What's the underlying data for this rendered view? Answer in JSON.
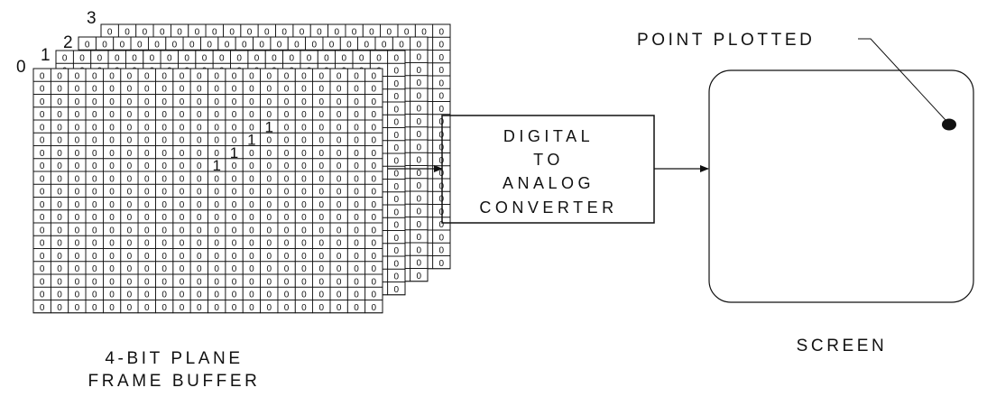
{
  "planes": {
    "labels": [
      "0",
      "1",
      "2",
      "3"
    ],
    "cell_value": "0",
    "set_bits": [
      {
        "row": 4,
        "col": 13,
        "text": "1"
      },
      {
        "row": 5,
        "col": 12,
        "text": "1"
      },
      {
        "row": 6,
        "col": 11,
        "text": "1"
      },
      {
        "row": 7,
        "col": 10,
        "text": "1"
      }
    ]
  },
  "frame_buffer_caption": {
    "line1": "4-BIT PLANE",
    "line2": "FRAME BUFFER"
  },
  "converter": {
    "line1": "DIGITAL",
    "line2": "TO",
    "line3": "ANALOG",
    "line4": "CONVERTER"
  },
  "screen": {
    "caption": "SCREEN",
    "point_label": "POINT PLOTTED"
  }
}
